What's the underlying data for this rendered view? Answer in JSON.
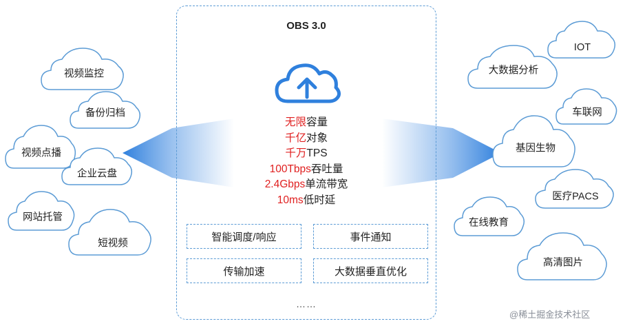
{
  "title": "OBS 3.0",
  "features": [
    {
      "highlight": "无限",
      "rest": "容量"
    },
    {
      "highlight": "千亿",
      "rest": "对象"
    },
    {
      "highlight": "千万",
      "rest": "TPS"
    },
    {
      "highlight": "100Tbps",
      "rest": "吞吐量"
    },
    {
      "highlight": "2.4Gbps",
      "rest": "单流带宽"
    },
    {
      "highlight": "10ms",
      "rest": "低时延"
    }
  ],
  "capabilities": [
    "智能调度/响应",
    "事件通知",
    "传输加速",
    "大数据垂直优化"
  ],
  "more": "……",
  "left_clouds": [
    "视频监控",
    "备份归档",
    "视频点播",
    "企业云盘",
    "网站托管",
    "短视频"
  ],
  "right_clouds": [
    "IOT",
    "大数据分析",
    "车联网",
    "基因生物",
    "医疗PACS",
    "在线教育",
    "高清图片"
  ],
  "watermark": "@稀土掘金技术社区",
  "colors": {
    "border": "#5b9bd5",
    "highlight": "#e02020",
    "arrow": "#4a90e2",
    "cloud_stroke": "#5b9bd5"
  },
  "icons": {
    "center": "cloud-upload-icon"
  }
}
